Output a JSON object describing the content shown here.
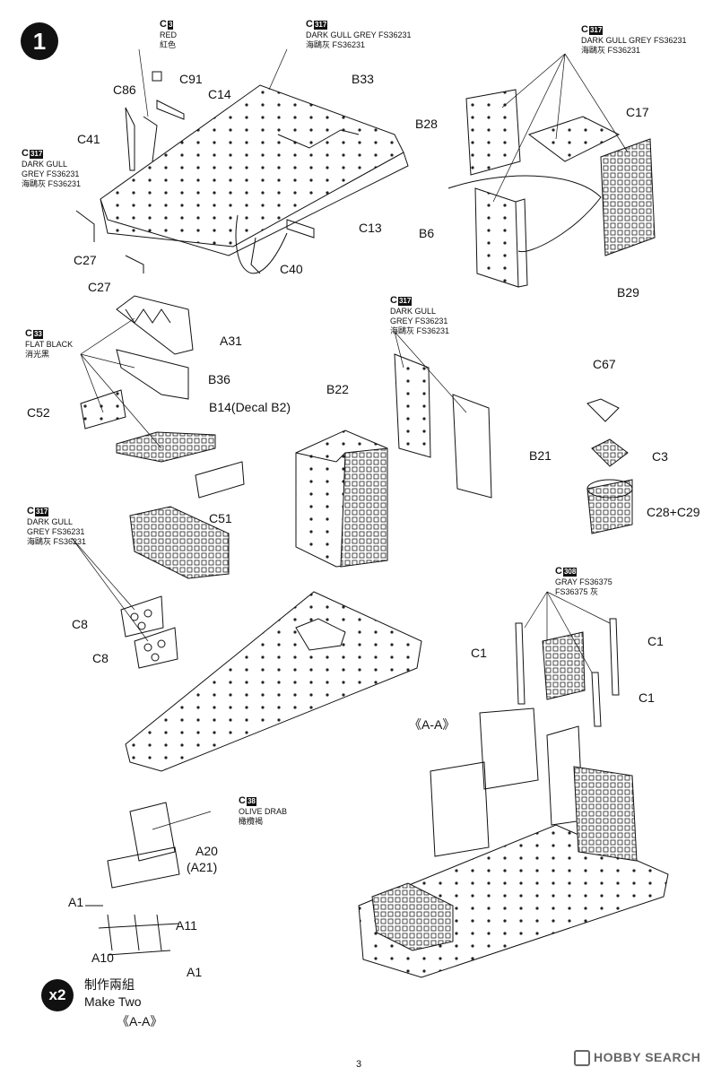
{
  "step_number": "1",
  "paint_callouts": [
    {
      "code": "C",
      "num": "3",
      "lines": [
        "RED",
        "紅色"
      ]
    },
    {
      "code": "C",
      "num": "317",
      "lines": [
        "DARK GULL GREY FS36231",
        "海鷗灰 FS36231"
      ]
    },
    {
      "code": "C",
      "num": "317",
      "lines": [
        "DARK GULL GREY FS36231",
        "海鷗灰 FS36231"
      ]
    },
    {
      "code": "C",
      "num": "317",
      "lines": [
        "DARK GULL",
        "GREY FS36231",
        "海鷗灰 FS36231"
      ]
    },
    {
      "code": "C",
      "num": "33",
      "lines": [
        "FLAT BLACK",
        "消光黑"
      ]
    },
    {
      "code": "C",
      "num": "317",
      "lines": [
        "DARK GULL",
        "GREY FS36231",
        "海鷗灰 FS36231"
      ]
    },
    {
      "code": "C",
      "num": "317",
      "lines": [
        "DARK GULL",
        "GREY FS36231",
        "海鷗灰 FS36231"
      ]
    },
    {
      "code": "C",
      "num": "308",
      "lines": [
        "GRAY FS36375",
        "FS36375 灰"
      ]
    },
    {
      "code": "C",
      "num": "38",
      "lines": [
        "OLIVE DRAB",
        "橄欖褐"
      ]
    }
  ],
  "part_labels": [
    "C91",
    "C86",
    "C14",
    "B33",
    "C41",
    "C27",
    "C27",
    "C13",
    "C40",
    "B28",
    "C17",
    "B6",
    "B29",
    "A31",
    "B36",
    "C52",
    "B14(Decal B2)",
    "C51",
    "B22",
    "B21",
    "C67",
    "C3",
    "C28+C29",
    "C8",
    "C8",
    "C1",
    "C1",
    "C1",
    "A20",
    "(A21)",
    "A1",
    "A11",
    "A10",
    "A1"
  ],
  "view_labels": [
    "《A-A》"
  ],
  "make_two": {
    "badge": "x2",
    "zh": "制作兩組",
    "en": "Make Two",
    "ref": "《A-A》"
  },
  "page_number": "3",
  "watermark": "HOBBY SEARCH"
}
